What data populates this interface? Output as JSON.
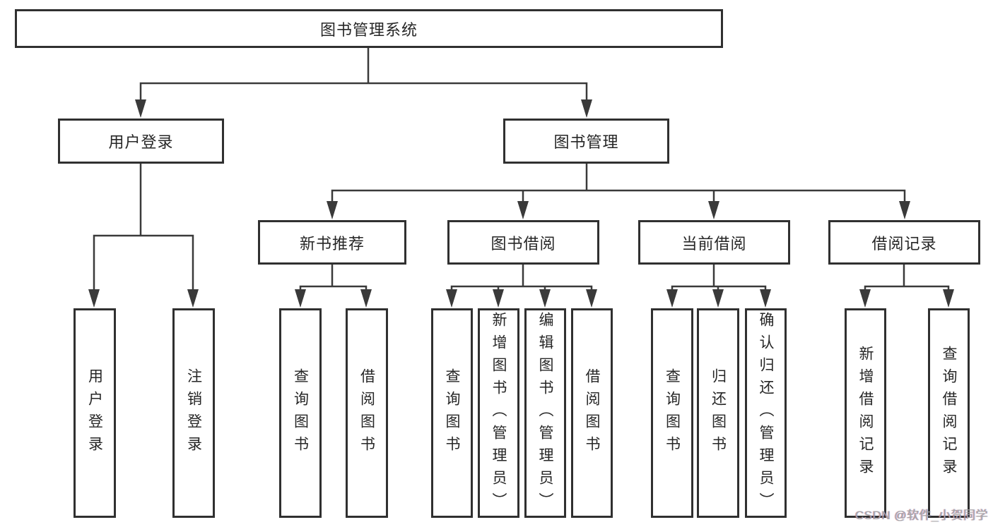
{
  "diagram": {
    "root": {
      "label": "图书管理系统"
    },
    "level2": {
      "user_login": {
        "label": "用户登录"
      },
      "book_mgmt": {
        "label": "图书管理"
      }
    },
    "level3": {
      "new_books": {
        "label": "新书推荐"
      },
      "book_borrow": {
        "label": "图书借阅"
      },
      "current_borrow": {
        "label": "当前借阅"
      },
      "borrow_records": {
        "label": "借阅记录"
      }
    },
    "leaves": {
      "user_login": {
        "label": "用户登录"
      },
      "logout": {
        "label": "注销登录"
      },
      "nb_query": {
        "label": "查询图书"
      },
      "nb_borrow": {
        "label": "借阅图书"
      },
      "bb_query": {
        "label": "查询图书"
      },
      "bb_add": {
        "label": "新增图书（管理员）"
      },
      "bb_edit": {
        "label": "编辑图书（管理员）"
      },
      "bb_borrow": {
        "label": "借阅图书"
      },
      "cb_query": {
        "label": "查询图书"
      },
      "cb_return": {
        "label": "归还图书"
      },
      "cb_confirm": {
        "label": "确认归还（管理员）"
      },
      "br_add": {
        "label": "新增借阅记录"
      },
      "br_query": {
        "label": "查询借阅记录"
      }
    }
  },
  "watermark": {
    "text": "CSDN @软件_小贺同学"
  },
  "colors": {
    "line": "#3a3a3a",
    "box_border": "#303030",
    "text": "#262626",
    "background": "#ffffff",
    "watermark": "#a5a5a5"
  }
}
